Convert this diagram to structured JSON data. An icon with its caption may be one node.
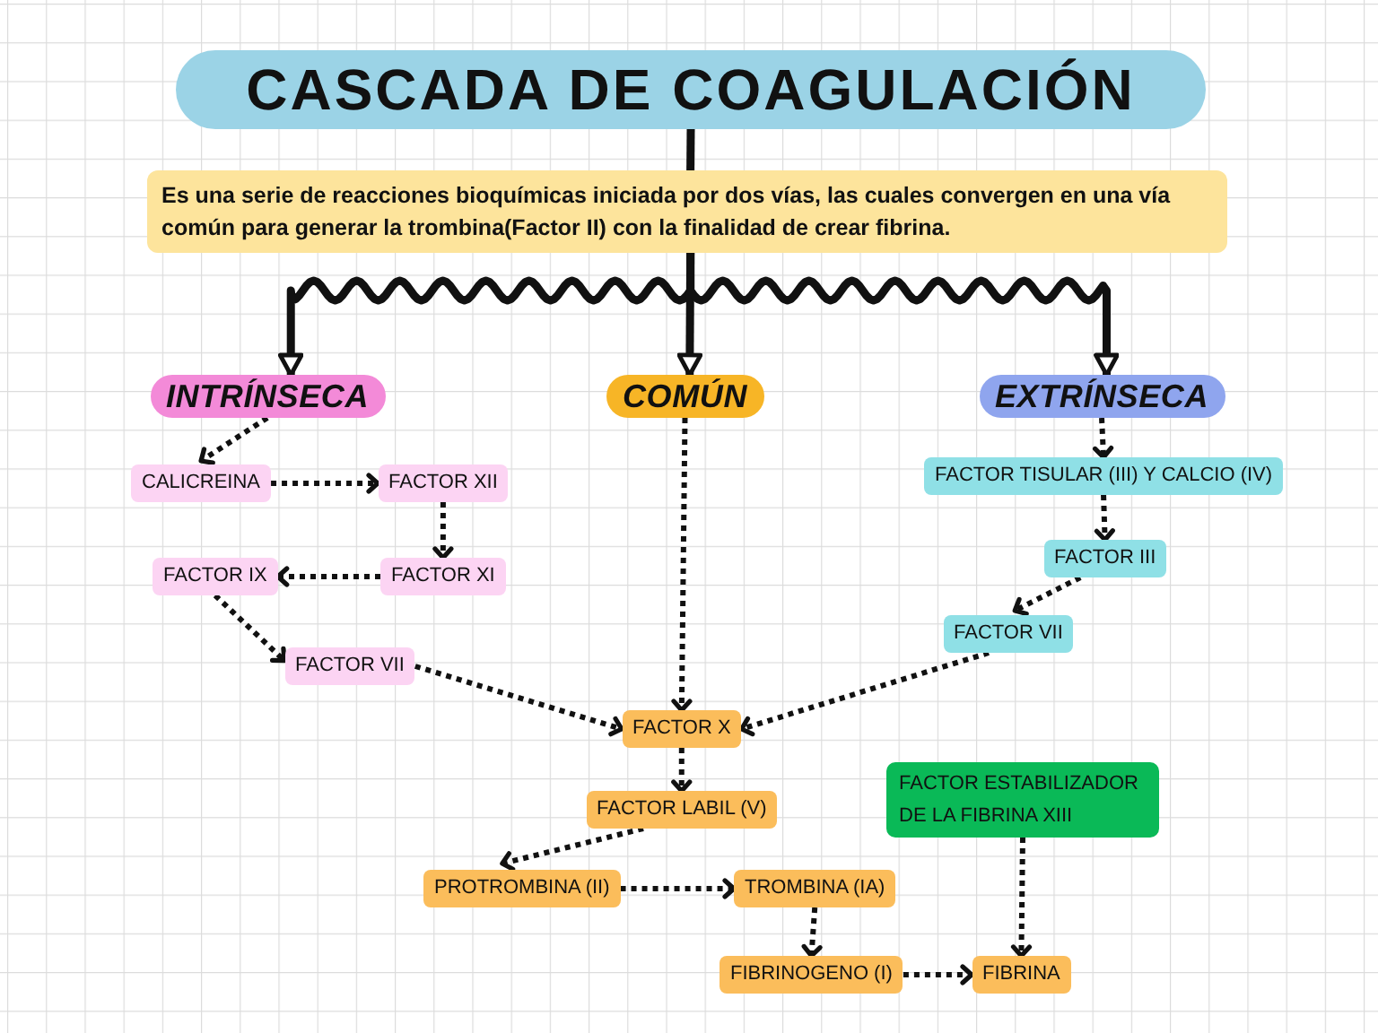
{
  "diagram": {
    "nodes": [
      {
        "text": [
          "CASCADA DE COAGULACIÓN"
        ]
      },
      {
        "text": [
          "Es una serie de reacciones bioquímicas iniciada por dos vías, las cuales convergen en una vía común para generar la trombina(Factor II) con la finalidad de crear fibrina."
        ]
      },
      {
        "text": [
          "INTRÍNSECA"
        ]
      },
      {
        "text": [
          "COMÚN"
        ]
      },
      {
        "text": [
          "EXTRÍNSECA"
        ]
      },
      {
        "text": [
          "CALICREINA"
        ]
      },
      {
        "text": [
          "FACTOR XII"
        ]
      },
      {
        "text": [
          "FACTOR IX"
        ]
      },
      {
        "text": [
          "FACTOR XI"
        ]
      },
      {
        "text": [
          "FACTOR VII"
        ]
      },
      {
        "text": [
          "FACTOR TISULAR (III) Y CALCIO (IV)"
        ]
      },
      {
        "text": [
          "FACTOR III"
        ]
      },
      {
        "text": [
          "FACTOR VII"
        ]
      },
      {
        "text": [
          "FACTOR X"
        ]
      },
      {
        "text": [
          "FACTOR LABIL (V)"
        ]
      },
      {
        "text": [
          "FACTOR ESTABILIZADOR DE LA FIBRINA XIII"
        ]
      },
      {
        "text": [
          "PROTROMBINA (II)"
        ]
      },
      {
        "text": [
          "TROMBINA (IA)"
        ]
      },
      {
        "text": [
          "FIBRINOGENO (I)"
        ]
      },
      {
        "text": [
          "FIBRINA"
        ]
      }
    ],
    "edges": [
      {
        "from": 0,
        "to": 1,
        "arrow": "none"
      },
      {
        "from": 1,
        "to": 2,
        "arrow": "to"
      },
      {
        "from": 1,
        "to": 3,
        "arrow": "to"
      },
      {
        "from": 1,
        "to": 4,
        "arrow": "to"
      },
      {
        "from": 2,
        "to": 5,
        "arrow": "to",
        "style": "dashed"
      },
      {
        "from": 5,
        "to": 6,
        "arrow": "to",
        "style": "dashed"
      },
      {
        "from": 6,
        "to": 8,
        "arrow": "to",
        "style": "dashed"
      },
      {
        "from": 8,
        "to": 7,
        "arrow": "to",
        "style": "dashed"
      },
      {
        "from": 7,
        "to": 9,
        "arrow": "to",
        "style": "dashed"
      },
      {
        "from": 9,
        "to": 13,
        "arrow": "to",
        "style": "dashed"
      },
      {
        "from": 3,
        "to": 13,
        "arrow": "to",
        "style": "dashed"
      },
      {
        "from": 4,
        "to": 10,
        "arrow": "to",
        "style": "dashed"
      },
      {
        "from": 10,
        "to": 11,
        "arrow": "to",
        "style": "dashed"
      },
      {
        "from": 11,
        "to": 12,
        "arrow": "to",
        "style": "dashed"
      },
      {
        "from": 12,
        "to": 13,
        "arrow": "to",
        "style": "dashed"
      },
      {
        "from": 13,
        "to": 14,
        "arrow": "to",
        "style": "dashed"
      },
      {
        "from": 14,
        "to": 16,
        "arrow": "to",
        "style": "dashed"
      },
      {
        "from": 16,
        "to": 17,
        "arrow": "to",
        "style": "dashed"
      },
      {
        "from": 17,
        "to": 18,
        "arrow": "to",
        "style": "dashed"
      },
      {
        "from": 18,
        "to": 19,
        "arrow": "to",
        "style": "dashed"
      },
      {
        "from": 15,
        "to": 19,
        "arrow": "to",
        "style": "dashed"
      }
    ]
  }
}
